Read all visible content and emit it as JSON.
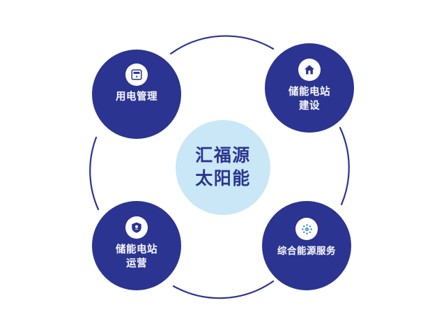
{
  "diagram": {
    "type": "hub-and-spoke circular diagram",
    "background_color": "#ffffff",
    "ring": {
      "stroke_color": "#2b3490",
      "accent_color": "#0a6fc2",
      "stroke_width": 2
    },
    "center": {
      "circle_color": "#c9e7f7",
      "text_color": "#2b3490",
      "line1": "汇福源",
      "line2": "太阳能"
    },
    "nodes": [
      {
        "id": "top-left",
        "label": "用电管理",
        "icon": "electricity-meter-icon",
        "circle_color": "#2b3490",
        "label_color": "#f2f3f8",
        "icon_bg_color": "#ffffff",
        "icon_color": "#2b3490"
      },
      {
        "id": "top-right",
        "label": "储能电站\n建设",
        "icon": "house-icon",
        "circle_color": "#2b3490",
        "label_color": "#f2f3f8",
        "icon_bg_color": "#ffffff",
        "icon_color": "#2b3490"
      },
      {
        "id": "bottom-left",
        "label": "储能电站\n运营",
        "icon": "shield-icon",
        "circle_color": "#2b3490",
        "label_color": "#f2f3f8",
        "icon_bg_color": "#ffffff",
        "icon_color": "#2b3490"
      },
      {
        "id": "bottom-right",
        "label": "综合能源服务",
        "icon": "sun-energy-icon",
        "circle_color": "#2b3490",
        "label_color": "#f2f3f8",
        "icon_bg_color": "#ffffff",
        "icon_color": "#1c7fc4"
      }
    ]
  }
}
